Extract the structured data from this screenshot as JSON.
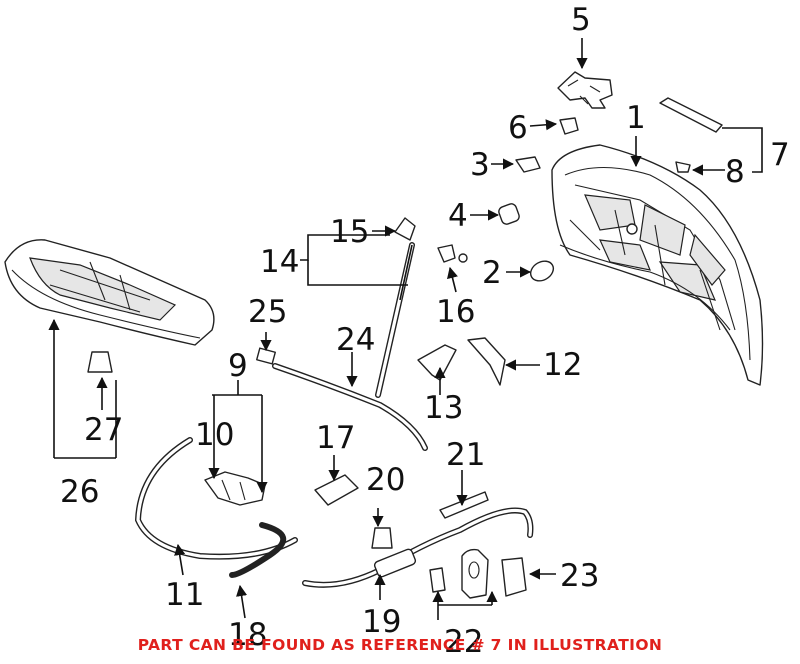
{
  "diagram": {
    "callouts": [
      "1",
      "2",
      "3",
      "4",
      "5",
      "6",
      "7",
      "8",
      "9",
      "10",
      "11",
      "12",
      "13",
      "14",
      "15",
      "16",
      "17",
      "18",
      "19",
      "20",
      "21",
      "22",
      "23",
      "24",
      "25",
      "26",
      "27"
    ],
    "footer_note": "PART CAN BE FOUND AS REFERENCE # 7 IN ILLUSTRATION",
    "colors": {
      "line": "#222222",
      "note": "#e0201c",
      "background": "#ffffff"
    }
  }
}
